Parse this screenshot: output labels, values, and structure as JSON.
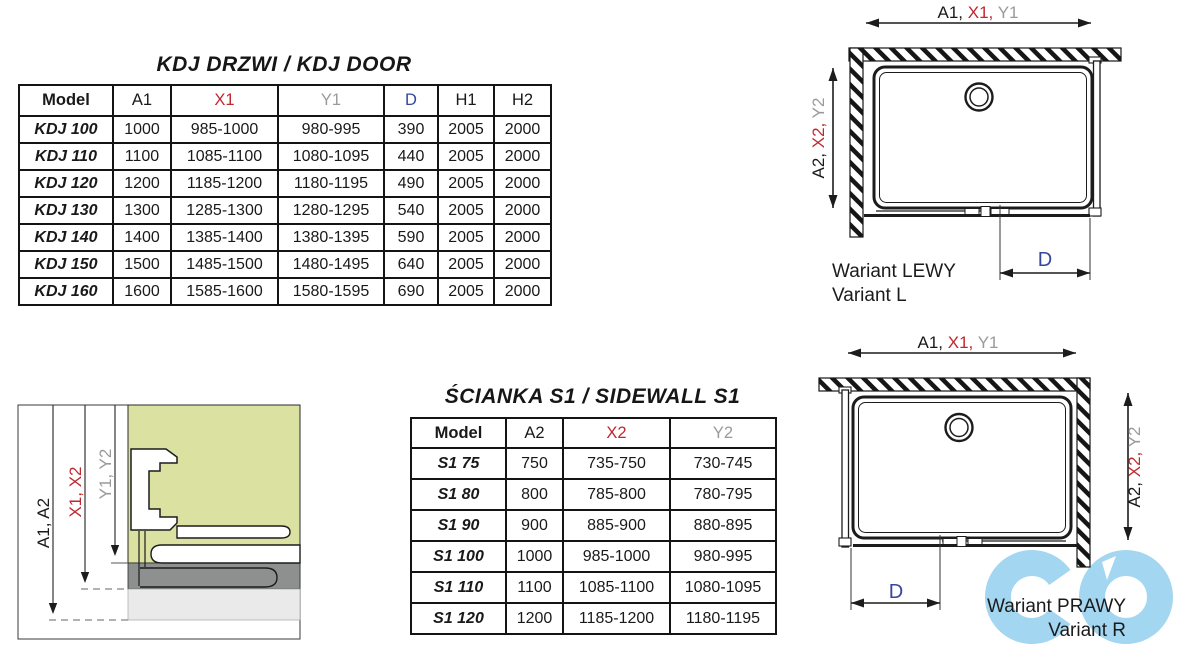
{
  "colors": {
    "red": "#c1272d",
    "gray": "#9a9a9a",
    "navy": "#35479c",
    "ink": "#1a1a1a",
    "logo_blue": "#a3d6f0",
    "green": "#dbe2a1",
    "dark_gray": "#8e9090",
    "light_gray": "#eaeaea"
  },
  "door_table": {
    "title": "KDJ DRZWI / KDJ DOOR",
    "headers": [
      "Model",
      "A1",
      "X1",
      "Y1",
      "D",
      "H1",
      "H2"
    ],
    "rows": [
      [
        "KDJ 100",
        "1000",
        "985-1000",
        "980-995",
        "390",
        "2005",
        "2000"
      ],
      [
        "KDJ 110",
        "1100",
        "1085-1100",
        "1080-1095",
        "440",
        "2005",
        "2000"
      ],
      [
        "KDJ 120",
        "1200",
        "1185-1200",
        "1180-1195",
        "490",
        "2005",
        "2000"
      ],
      [
        "KDJ 130",
        "1300",
        "1285-1300",
        "1280-1295",
        "540",
        "2005",
        "2000"
      ],
      [
        "KDJ 140",
        "1400",
        "1385-1400",
        "1380-1395",
        "590",
        "2005",
        "2000"
      ],
      [
        "KDJ 150",
        "1500",
        "1485-1500",
        "1480-1495",
        "640",
        "2005",
        "2000"
      ],
      [
        "KDJ 160",
        "1600",
        "1585-1600",
        "1580-1595",
        "690",
        "2005",
        "2000"
      ]
    ]
  },
  "sidewall_table": {
    "title": "ŚCIANKA S1 / SIDEWALL S1",
    "headers": [
      "Model",
      "A2",
      "X2",
      "Y2"
    ],
    "rows": [
      [
        "S1 75",
        "750",
        "735-750",
        "730-745"
      ],
      [
        "S1 80",
        "800",
        "785-800",
        "780-795"
      ],
      [
        "S1 90",
        "900",
        "885-900",
        "880-895"
      ],
      [
        "S1 100",
        "1000",
        "985-1000",
        "980-995"
      ],
      [
        "S1 110",
        "1100",
        "1085-1100",
        "1080-1095"
      ],
      [
        "S1 120",
        "1200",
        "1185-1200",
        "1180-1195"
      ]
    ]
  },
  "profile_diagram": {
    "label_a": "A1, A2",
    "label_x": "X1, X2",
    "label_y": "Y1, Y2"
  },
  "variant_left": {
    "dim_width_a": "A1, ",
    "dim_width_x": "X1, ",
    "dim_width_y": "Y1",
    "dim_depth_a": "A2, ",
    "dim_depth_x": "X2, ",
    "dim_depth_y": "Y2",
    "door_dim": "D",
    "caption_pl": "Wariant LEWY",
    "caption_en": "Variant L"
  },
  "variant_right": {
    "dim_width_a": "A1, ",
    "dim_width_x": "X1, ",
    "dim_width_y": "Y1",
    "dim_depth_a": "A2, ",
    "dim_depth_x": "X2, ",
    "dim_depth_y": "Y2",
    "door_dim": "D",
    "caption_pl": "Wariant PRAWY",
    "caption_en": "Variant R"
  }
}
